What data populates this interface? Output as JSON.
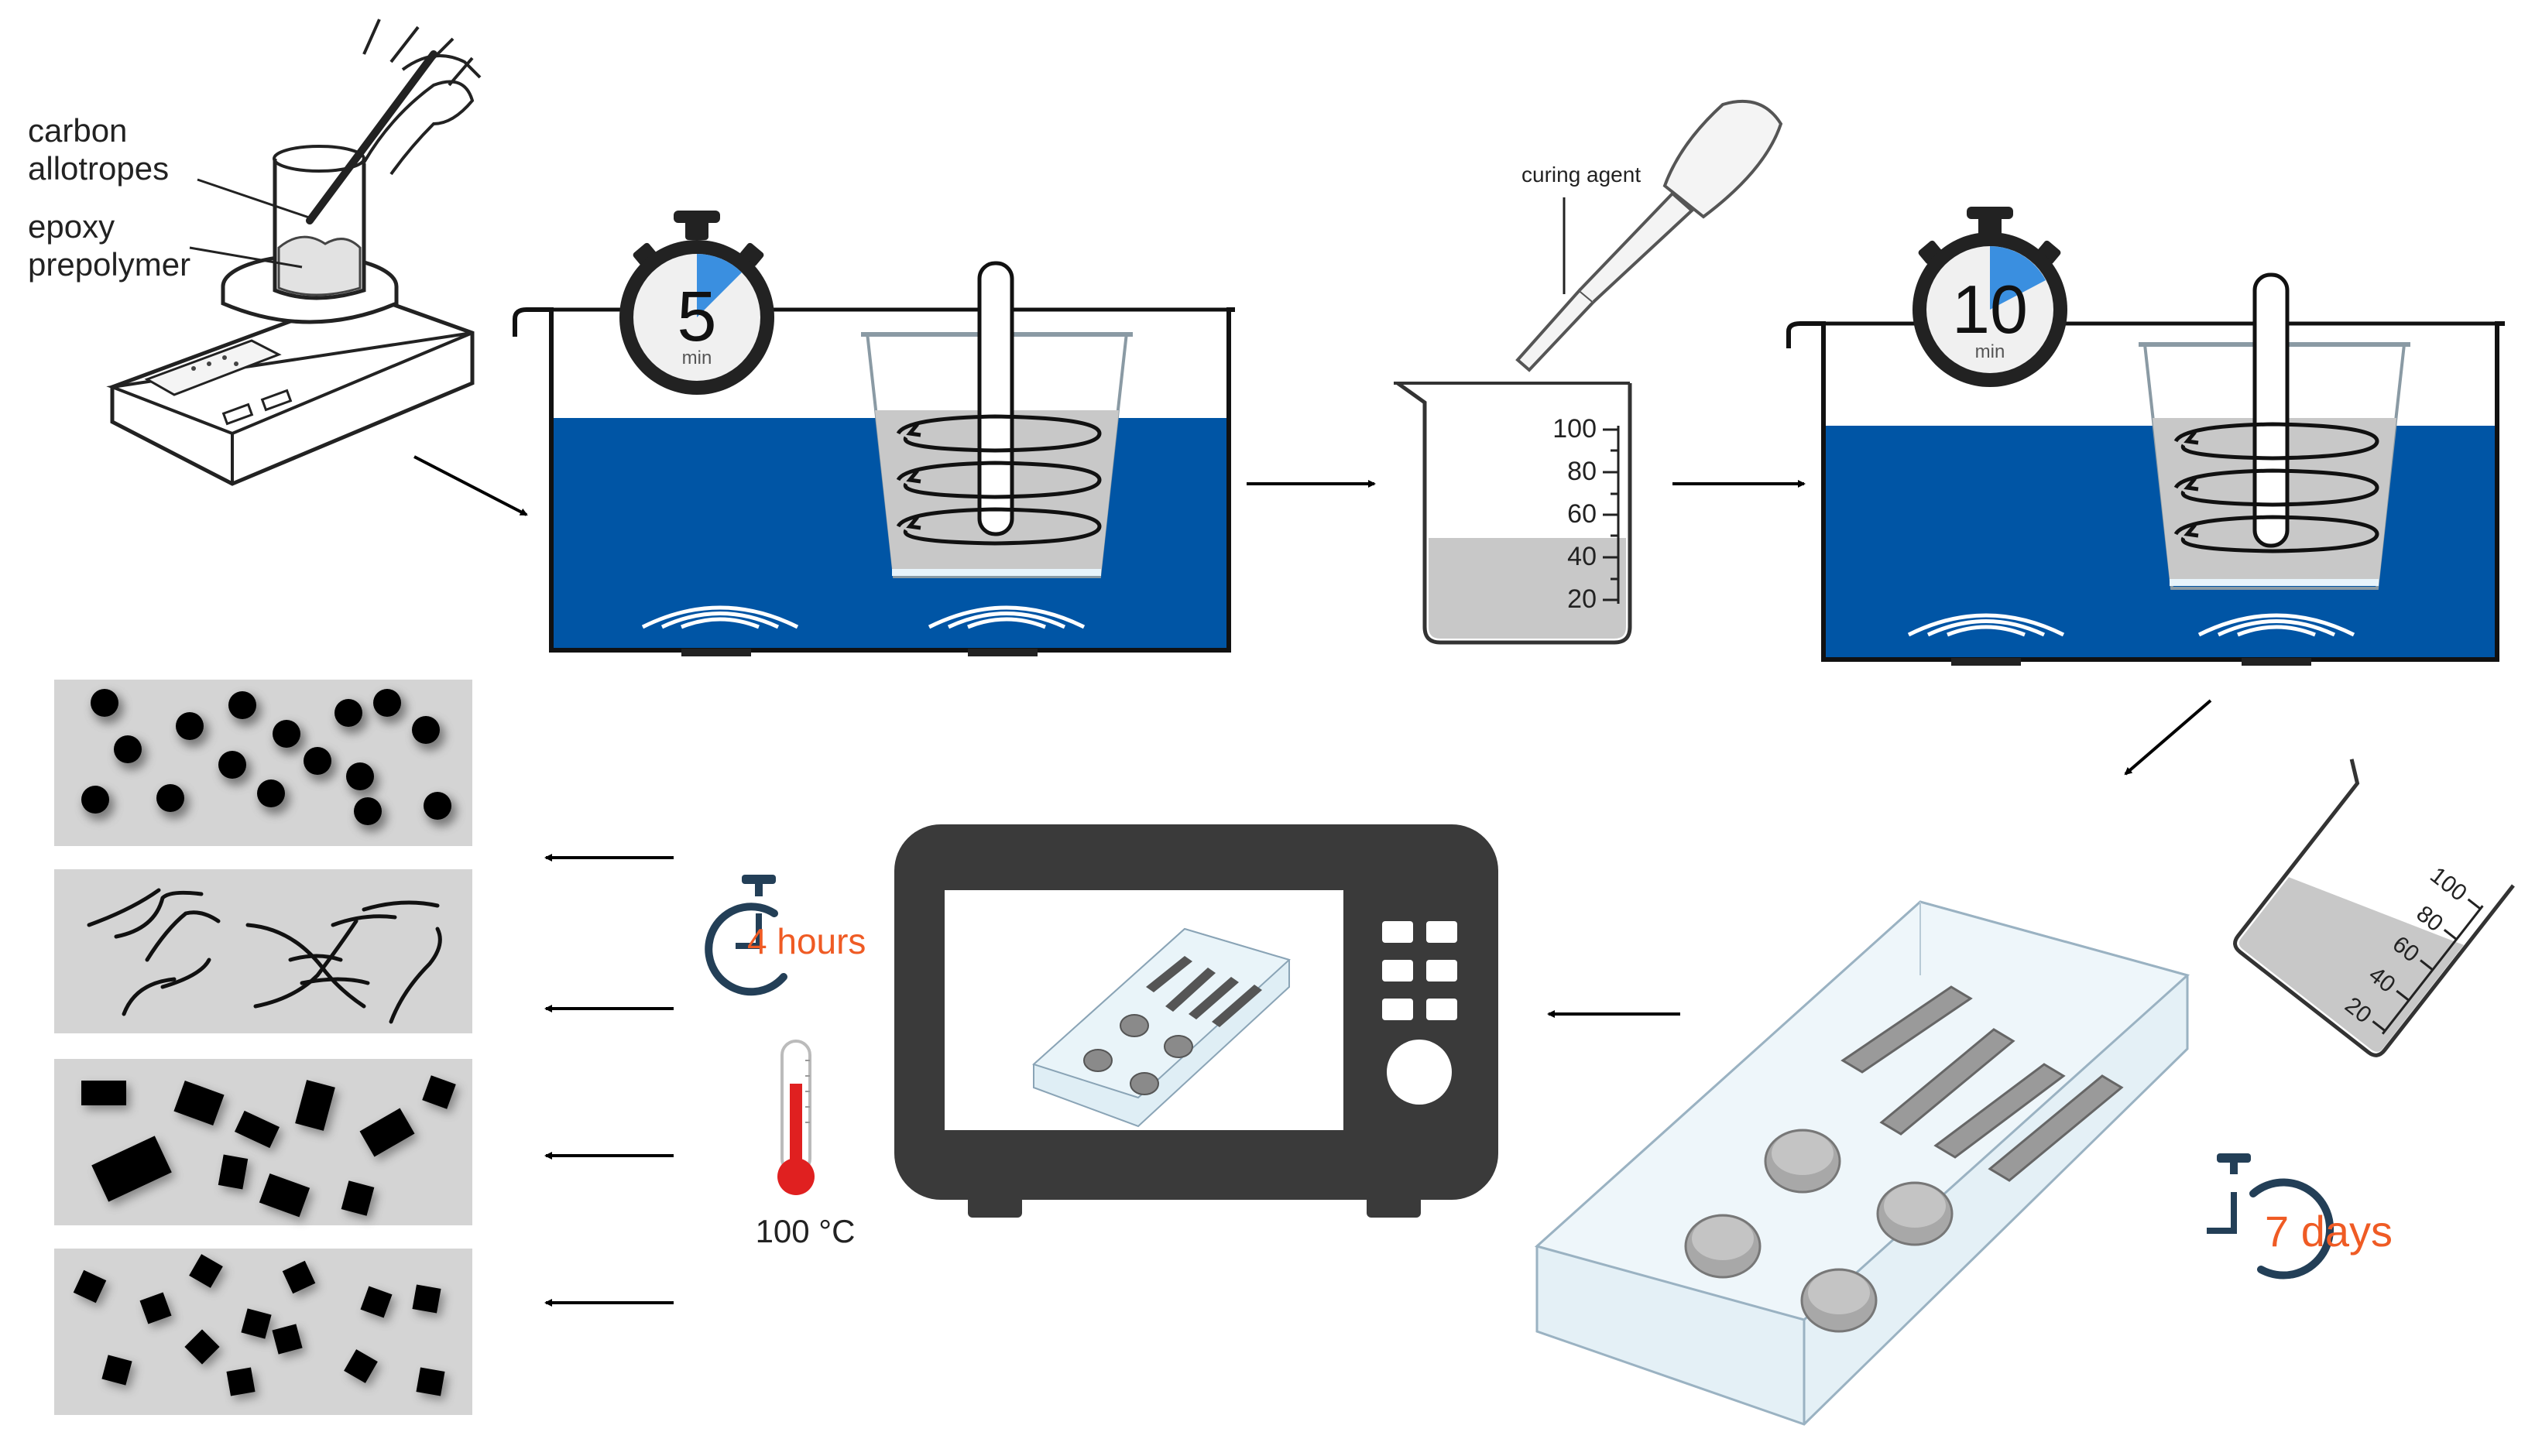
{
  "labels": {
    "carbon_line1": "carbon",
    "carbon_line2": "allotropes",
    "epoxy_line1": "epoxy",
    "epoxy_line2": "prepolymer",
    "curing_agent": "curing agent",
    "timer1_value": "5",
    "timer1_unit": "min",
    "timer2_value": "10",
    "timer2_unit": "min",
    "oven_time": "4 hours",
    "oven_temp": "100 °C",
    "rest_time": "7 days"
  },
  "beaker_scale": [
    "100",
    "80",
    "60",
    "40",
    "20"
  ],
  "colors": {
    "water": "#0055a5",
    "liquid": "#c8c8c8",
    "timer_accent": "#3a8fe0",
    "orange_text": "#ef5b24",
    "clock_icon": "#233f57",
    "thermometer": "#e02020",
    "oven": "#3a3a3a",
    "mold": "#d9ebf3",
    "panel": "#d4d4d4"
  },
  "icons": [
    "hot-plate-balance-icon",
    "stopwatch-icon",
    "pipette-icon",
    "measuring-beaker-icon",
    "oven-icon",
    "clock-icon",
    "thermometer-icon",
    "silicone-mold-icon"
  ]
}
